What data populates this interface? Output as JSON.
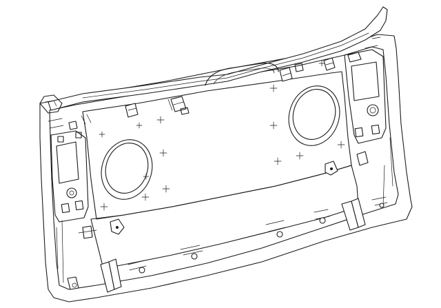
{
  "colors": {
    "line": "#1a1a1a",
    "background": "#ffffff"
  },
  "parts": [
    {
      "name": "trim-panel",
      "kind": "liftgate-inner-trim-panel"
    },
    {
      "name": "speaker-opening-left",
      "kind": "speaker-opening"
    },
    {
      "name": "speaker-opening-right",
      "kind": "speaker-opening"
    },
    {
      "name": "lamp-housing-left",
      "kind": "side-pocket"
    },
    {
      "name": "lamp-housing-right",
      "kind": "side-pocket"
    },
    {
      "name": "retainer-clip",
      "kind": "clip",
      "count": 14
    }
  ]
}
